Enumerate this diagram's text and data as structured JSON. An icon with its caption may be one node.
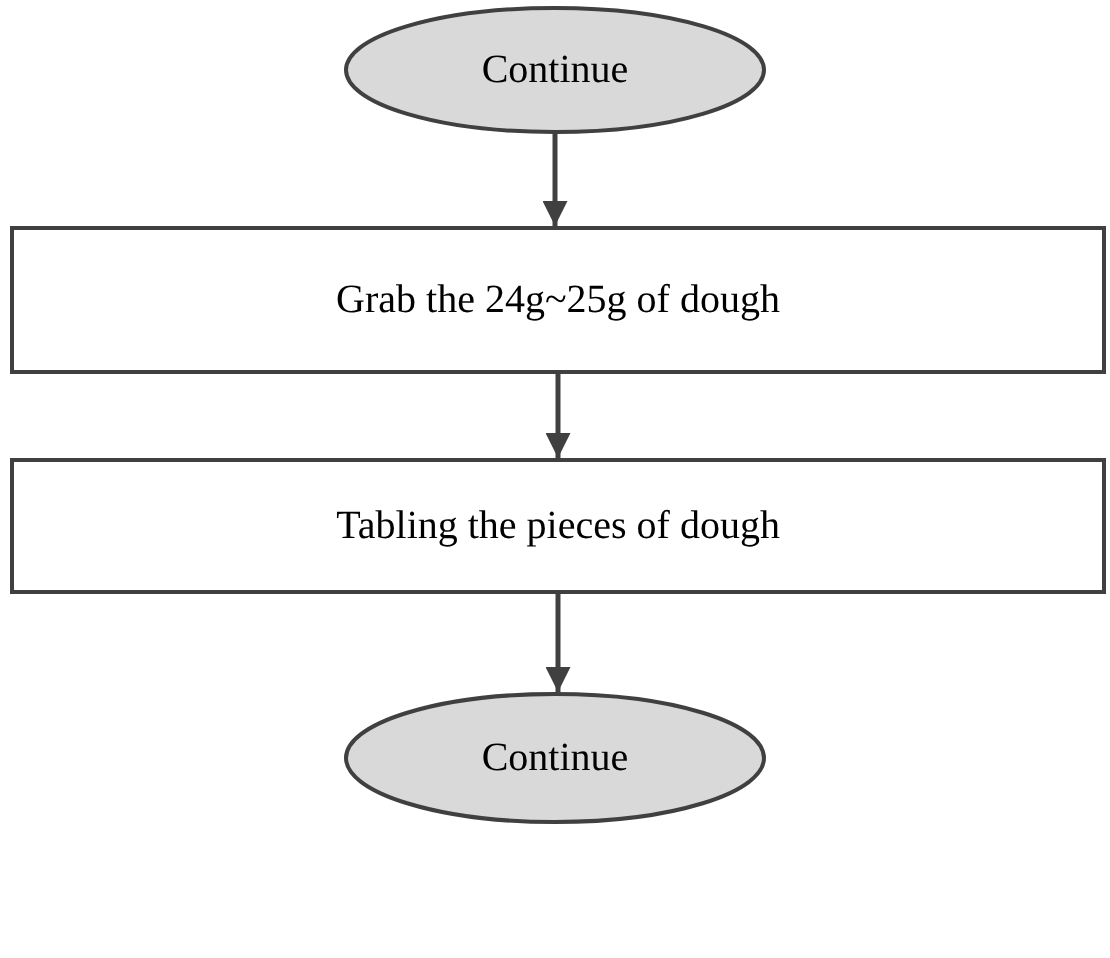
{
  "diagram": {
    "nodes": [
      {
        "text": [
          "Continue"
        ]
      },
      {
        "text": [
          "Grab the 24g~25g of dough"
        ]
      },
      {
        "text": [
          "Tabling the pieces of dough"
        ]
      },
      {
        "text": [
          "Continue"
        ]
      }
    ],
    "edges": [
      {
        "from": 0,
        "to": 1,
        "arrow": "to"
      },
      {
        "from": 1,
        "to": 2,
        "arrow": "to"
      },
      {
        "from": 2,
        "to": 3,
        "arrow": "to"
      }
    ]
  }
}
